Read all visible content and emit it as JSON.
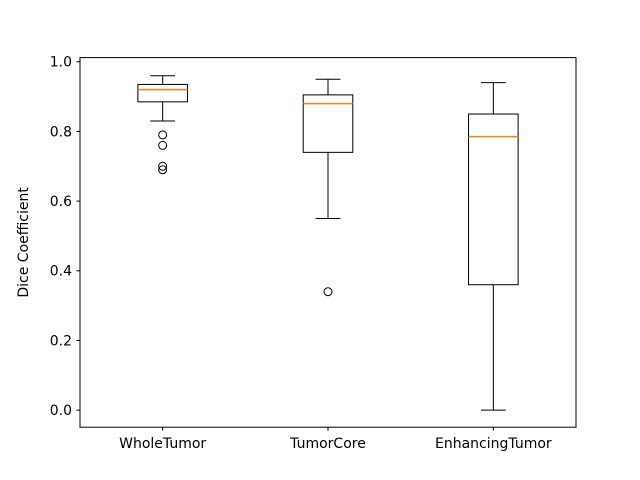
{
  "figure": {
    "background": "#ffffff",
    "line_color": "#000000",
    "median_color": "#ff7f0e",
    "tick_label_color": "#000000"
  },
  "chart_data": {
    "type": "boxplot",
    "title": "",
    "xlabel": "",
    "ylabel": "Dice Coefficient",
    "categories": [
      "WholeTumor",
      "TumorCore",
      "EnhancingTumor"
    ],
    "yticks": [
      0.0,
      0.2,
      0.4,
      0.6,
      0.8,
      1.0
    ],
    "ytick_labels": [
      "0.0",
      "0.2",
      "0.4",
      "0.6",
      "0.8",
      "1.0"
    ],
    "ylim": [
      -0.049,
      1.012
    ],
    "xlim": [
      0.5,
      3.5
    ],
    "grid": false,
    "legend": null,
    "series": [
      {
        "name": "WholeTumor",
        "position": 1,
        "whisker_low": 0.83,
        "q1": 0.885,
        "median": 0.92,
        "q3": 0.935,
        "whisker_high": 0.96,
        "outliers": [
          0.79,
          0.76,
          0.7,
          0.69
        ]
      },
      {
        "name": "TumorCore",
        "position": 2,
        "whisker_low": 0.55,
        "q1": 0.74,
        "median": 0.88,
        "q3": 0.905,
        "whisker_high": 0.95,
        "outliers": [
          0.34
        ]
      },
      {
        "name": "EnhancingTumor",
        "position": 3,
        "whisker_low": 0.0,
        "q1": 0.36,
        "median": 0.785,
        "q3": 0.85,
        "whisker_high": 0.94,
        "outliers": []
      }
    ]
  }
}
